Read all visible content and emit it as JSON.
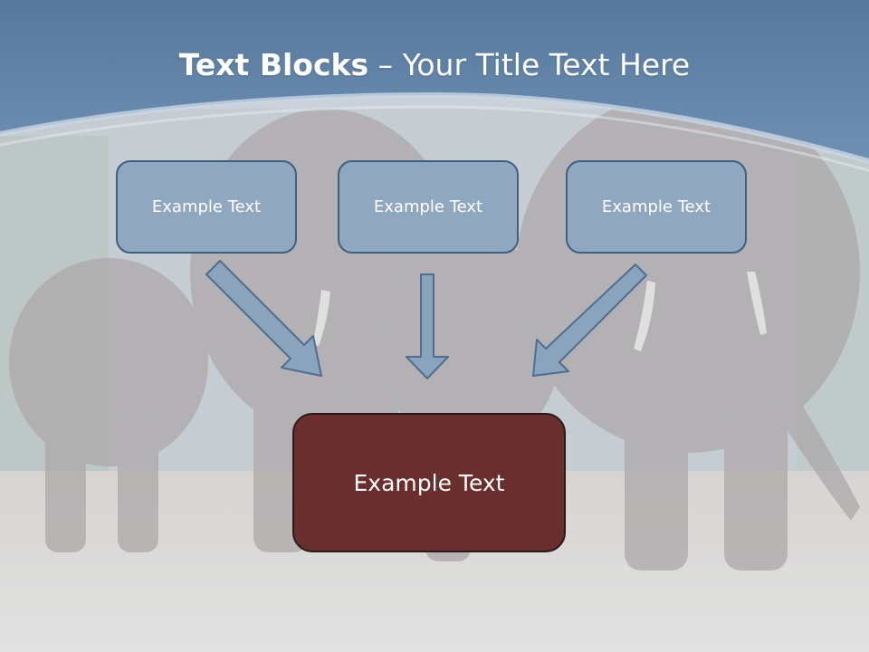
{
  "slide": {
    "title_bold": "Text Blocks",
    "title_rest": " – Your Title Text Here"
  },
  "blocks": {
    "top": [
      {
        "label": "Example Text"
      },
      {
        "label": "Example Text"
      },
      {
        "label": "Example Text"
      }
    ],
    "bottom": {
      "label": "Example Text"
    }
  },
  "colors": {
    "header": "#5b7fa5",
    "top_box_fill": "#8fa8c0",
    "top_box_border": "#3f5f80",
    "bottom_box_fill": "#6a2e2e",
    "arrow_fill": "#8aa4bd",
    "arrow_stroke": "#4e6e90"
  }
}
